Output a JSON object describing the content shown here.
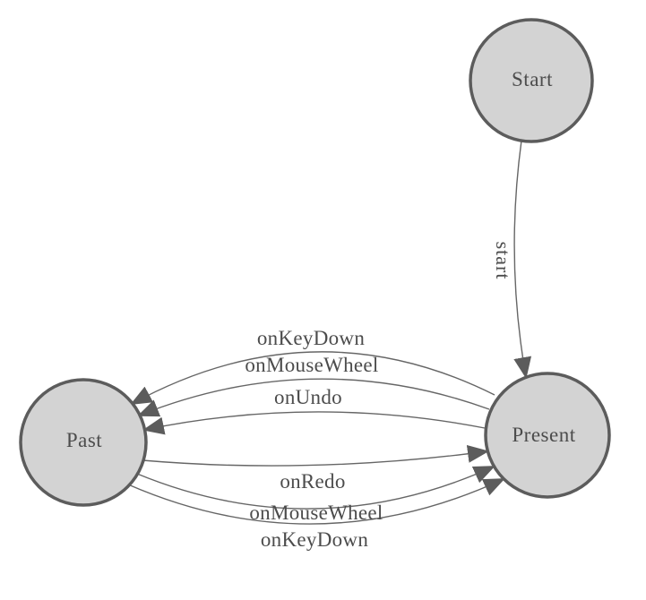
{
  "diagram": {
    "type": "state-machine",
    "colors": {
      "background": "#ffffff",
      "node_fill": "#d3d3d3",
      "node_stroke": "#5c5c5c",
      "edge_stroke": "#666666",
      "arrow_fill": "#5c5c5c",
      "text": "#4c4c4c"
    },
    "nodes": [
      {
        "id": "start",
        "label": "Start"
      },
      {
        "id": "present",
        "label": "Present"
      },
      {
        "id": "past",
        "label": "Past"
      }
    ],
    "edges": [
      {
        "from": "Start",
        "to": "Present",
        "label": "start"
      },
      {
        "from": "Present",
        "to": "Past",
        "label": "onKeyDown"
      },
      {
        "from": "Present",
        "to": "Past",
        "label": "onMouseWheel"
      },
      {
        "from": "Present",
        "to": "Past",
        "label": "onUndo"
      },
      {
        "from": "Past",
        "to": "Present",
        "label": "onRedo"
      },
      {
        "from": "Past",
        "to": "Present",
        "label": "onMouseWheel"
      },
      {
        "from": "Past",
        "to": "Present",
        "label": "onKeyDown"
      }
    ]
  }
}
